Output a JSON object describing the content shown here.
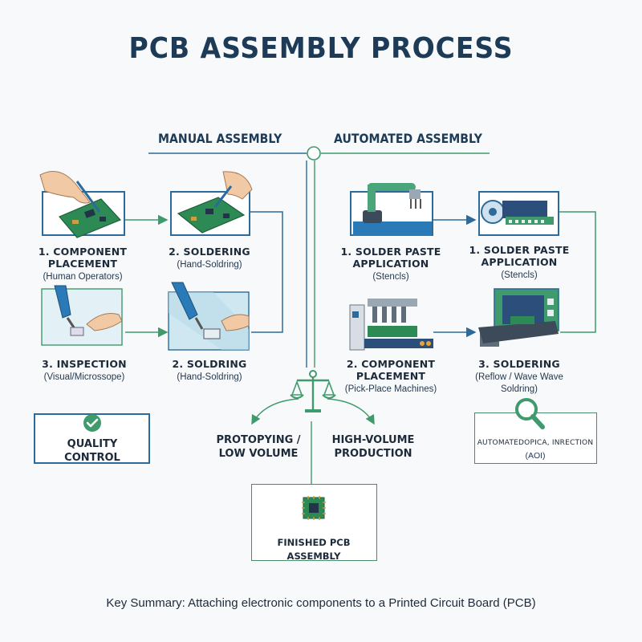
{
  "title": "PCB ASSEMBLY PROCESS",
  "manual": {
    "header": "MANUAL ASSEMBLY",
    "steps": [
      {
        "main": "1. COMPONENT PLACEMENT",
        "sub": "(Human Operators)"
      },
      {
        "main": "2. SOLDERING",
        "sub": "(Hand-Soldring)"
      },
      {
        "main": "3. INSPECTION",
        "sub": "(Visual/Microssope)"
      },
      {
        "main": "2. SOLDRING",
        "sub": "(Hand-Soldring)"
      }
    ],
    "quality": "QUALITY CONTROL"
  },
  "automated": {
    "header": "AUTOMATED ASSEMBLY",
    "steps": [
      {
        "main": "1. SOLDER PASTE APPLICATION",
        "sub": "(Stencls)"
      },
      {
        "main": "1. SOLDER PASTE APPLICATION",
        "sub": "(Stencls)"
      },
      {
        "main": "2. COMPONENT PLACEMENT",
        "sub": "(Pick-Place Machines)"
      },
      {
        "main": "3. SOLDERING",
        "sub": "(Reflow / Wave Wave Soldring)"
      }
    ],
    "aoi": {
      "main": "AUTOMATEDOPICA, INRECTION",
      "sub": "(AOI)"
    }
  },
  "choice": {
    "left": "PROTOPYING / LOW VOLUME",
    "right": "HIGH-VOLUME PRODUCTION"
  },
  "finished": "FINISHED PCB ASSEMBLY",
  "summary": "Key Summary: Attaching electronic components to a Printed Circuit Board (PCB)",
  "colors": {
    "navy": "#1d3b57",
    "blue": "#2b6a9a",
    "green": "#3f9a6c",
    "pcb": "#2e8a55"
  }
}
